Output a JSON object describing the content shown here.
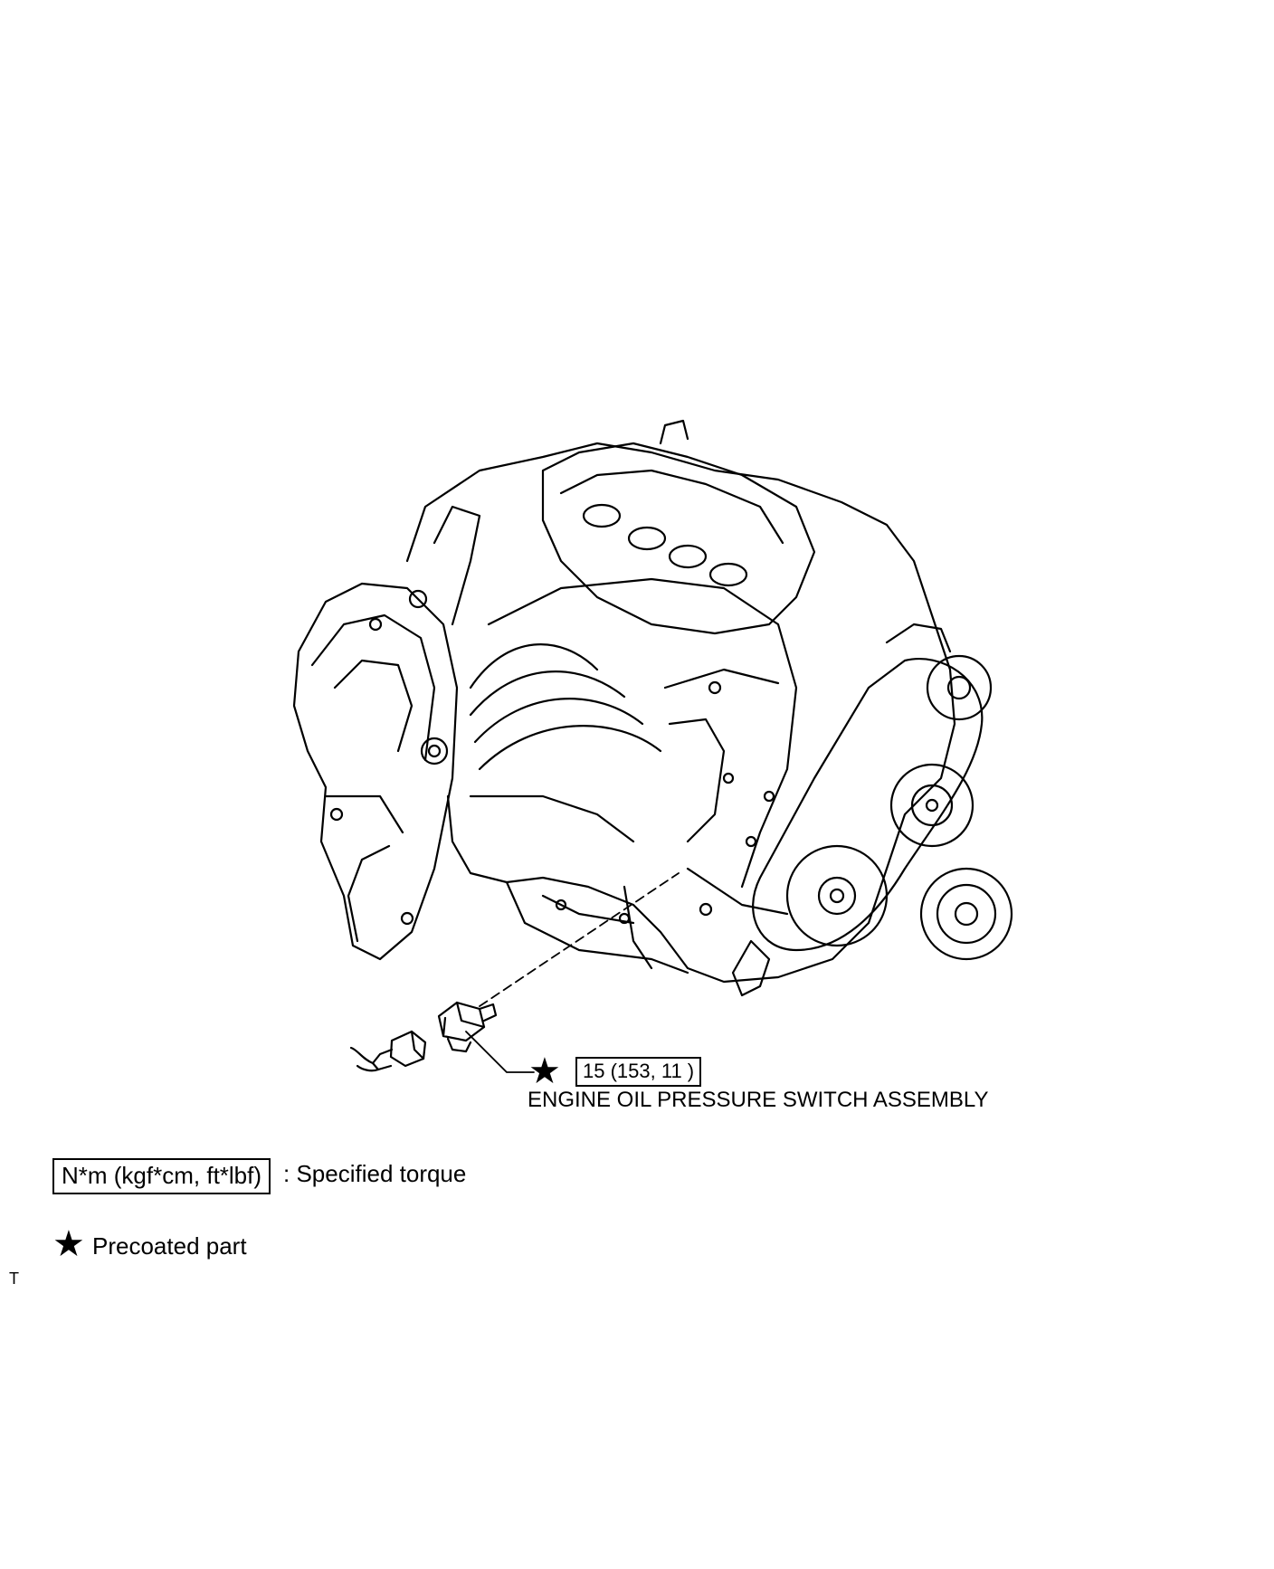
{
  "callout": {
    "torque_value": "15 (153, 11 )",
    "part_name": "ENGINE OIL PRESSURE SWITCH ASSEMBLY",
    "star_icon": "black-star-icon"
  },
  "legend": {
    "torque_box": "N*m (kgf*cm, ft*lbf)",
    "torque_text": ": Specified torque",
    "precoat_text": "Precoated part"
  },
  "corner_mark": "T",
  "colors": {
    "line": "#000000",
    "background": "#ffffff"
  }
}
